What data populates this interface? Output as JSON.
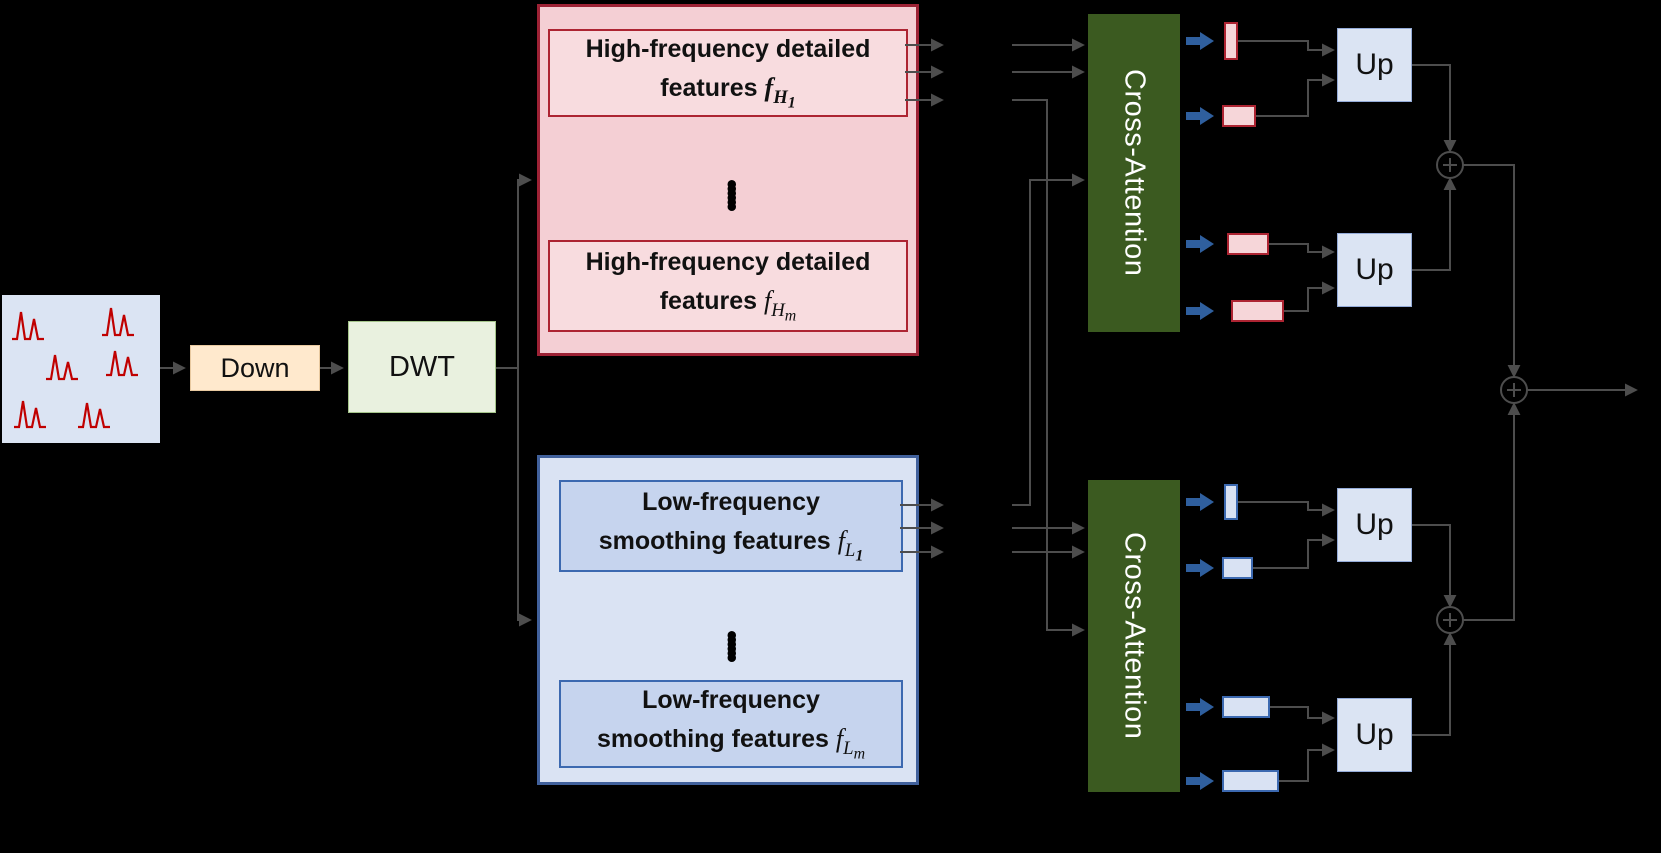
{
  "colors": {
    "background": "#000000",
    "input_box_fill": "#dbe4f3",
    "signal_color": "#c00000",
    "down_fill": "#ffe9cd",
    "dwt_fill": "#e9f1df",
    "high_freq_fill": "#f4cfd4",
    "high_freq_border": "#9d2235",
    "high_freq_inner_fill": "#f8dcdf",
    "low_freq_fill": "#dae3f3",
    "low_freq_border": "#41619c",
    "low_freq_inner_fill": "#c6d4ee",
    "cross_attention_fill": "#3b5a20",
    "cross_attention_text": "#ffffff",
    "up_fill": "#dbe4f3",
    "connector": "#4d4d4d",
    "fat_arrow_blue": "#2f5f9e"
  },
  "nodes": {
    "down": {
      "label": "Down"
    },
    "dwt": {
      "label": "DWT"
    },
    "high_freq": {
      "dots": "••••••",
      "items": [
        {
          "line1": "High-frequency detailed",
          "line2": "features",
          "math": {
            "base": "f",
            "sub": "H",
            "subsub": "1"
          }
        },
        {
          "line1": "High-frequency detailed",
          "line2": "features",
          "math": {
            "base": "f",
            "sub": "H",
            "subsub": "m"
          }
        }
      ]
    },
    "low_freq": {
      "dots": "••••••",
      "items": [
        {
          "line1": "Low-frequency",
          "line2": "smoothing features",
          "math": {
            "base": "f",
            "sub": "L",
            "subsub": "1"
          }
        },
        {
          "line1": "Low-frequency",
          "line2": "smoothing features",
          "math": {
            "base": "f",
            "sub": "L",
            "subsub": "m"
          }
        }
      ]
    },
    "cross_attention_top": {
      "label": "Cross-Attention"
    },
    "cross_attention_bottom": {
      "label": "Cross-Attention"
    },
    "up_boxes": [
      {
        "label": "Up"
      },
      {
        "label": "Up"
      },
      {
        "label": "Up"
      },
      {
        "label": "Up"
      }
    ]
  }
}
